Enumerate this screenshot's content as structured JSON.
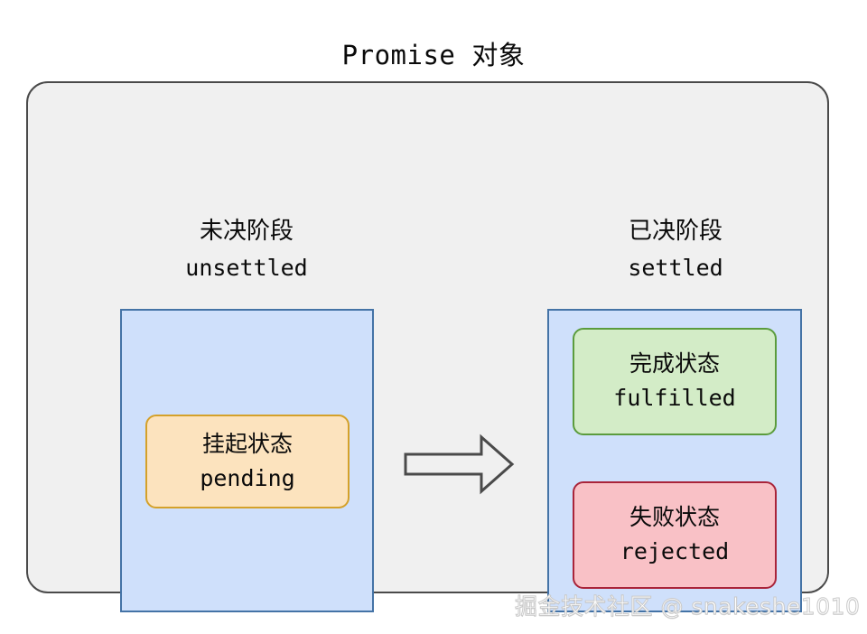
{
  "title": "Promise 对象",
  "container": {
    "background_color": "#f0f0f0",
    "border_color": "#4a4a4a"
  },
  "phases": [
    {
      "id": "unsettled",
      "cn_label": "未决阶段",
      "en_label": "unsettled",
      "panel_color": "#cfe0fb",
      "panel_border_color": "#4473a6",
      "states": [
        {
          "id": "pending",
          "cn_label": "挂起状态",
          "en_label": "pending",
          "fill_color": "#fce3be",
          "border_color": "#d4a12a"
        }
      ]
    },
    {
      "id": "settled",
      "cn_label": "已决阶段",
      "en_label": "settled",
      "panel_color": "#cfe0fb",
      "panel_border_color": "#4473a6",
      "states": [
        {
          "id": "fulfilled",
          "cn_label": "完成状态",
          "en_label": "fulfilled",
          "fill_color": "#d3ecc7",
          "border_color": "#5b9c3d"
        },
        {
          "id": "rejected",
          "cn_label": "失败状态",
          "en_label": "rejected",
          "fill_color": "#f9c1c6",
          "border_color": "#a9243a"
        }
      ]
    }
  ],
  "arrow": {
    "name": "transition-arrow",
    "direction": "right",
    "stroke_color": "#4a4a4a",
    "fill": "none"
  },
  "watermark": {
    "text": "掘金技术社区 @ snakeshe1010",
    "color": "#c9c9c9"
  }
}
